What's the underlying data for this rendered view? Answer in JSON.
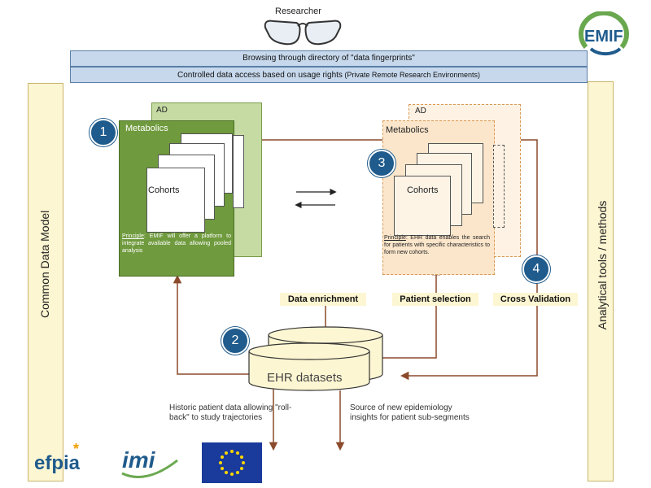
{
  "header": {
    "researcher_label": "Researcher",
    "emif_logo": "EMIF"
  },
  "bars": {
    "browse": "Browsing through directory of \"data fingerprints\"",
    "controlled": "Controlled data access based on usage rights",
    "controlled_suffix": " (Private Remote Research Environments)"
  },
  "side_labels": {
    "left": "Common Data Model",
    "right": "Analytical tools / methods"
  },
  "steps": [
    "1",
    "2",
    "3",
    "4"
  ],
  "left_stack": {
    "ad": "AD",
    "metabolics": "Metabolics",
    "cohorts": "Cohorts",
    "principle_label": "Principle",
    "principle_text": ": EMIF will offer a platform to integrate available data allowing pooled analysis"
  },
  "right_stack": {
    "ad": "AD",
    "metabolics": "Metabolics",
    "cohorts": "Cohorts",
    "principle_label": "Principle",
    "principle_text": ": EHR data enables the search for patients with specific characteristics to form new cohorts."
  },
  "tags": {
    "enrichment": "Data enrichment",
    "selection": "Patient selection",
    "validation": "Cross Validation"
  },
  "ehr": {
    "label": "EHR datasets"
  },
  "notes": {
    "historic": "Historic patient data allowing \"roll-back\" to study trajectories",
    "source": "Source of new epidemiology insights for patient sub-segments"
  },
  "logos": {
    "efpia": "efpia",
    "imi": "imi"
  },
  "colors": {
    "bar_fill": "#c7d8ec",
    "side_fill": "#fdf6d2",
    "green": "#6f9a3d",
    "orange": "#fbe6cb",
    "accent_blue": "#1f5b8c",
    "arrow": "#8b4a2b"
  }
}
